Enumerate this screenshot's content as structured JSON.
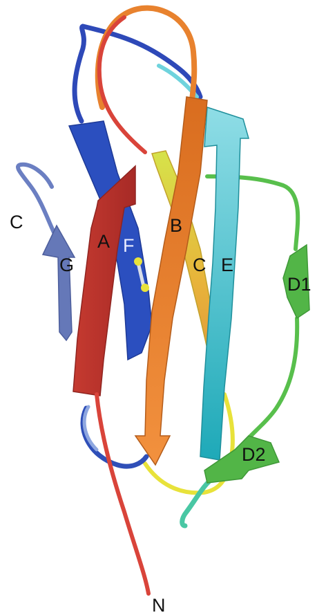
{
  "labels": {
    "c_terminus": "C",
    "n_terminus": "N",
    "strand_a": "A",
    "strand_b": "B",
    "strand_c": "C",
    "strand_d1": "D1",
    "strand_d2": "D2",
    "strand_e": "E",
    "strand_f": "F",
    "strand_g": "G"
  },
  "colors": {
    "strand_a": "#b8332c",
    "strand_b": "#e07a26",
    "strand_c": "#d9e03a",
    "strand_d": "#5bbf4a",
    "strand_e": "#58c6cf",
    "strand_f": "#2b4fbf",
    "strand_g": "#6578b8",
    "disulfide": "#e8e23a"
  }
}
